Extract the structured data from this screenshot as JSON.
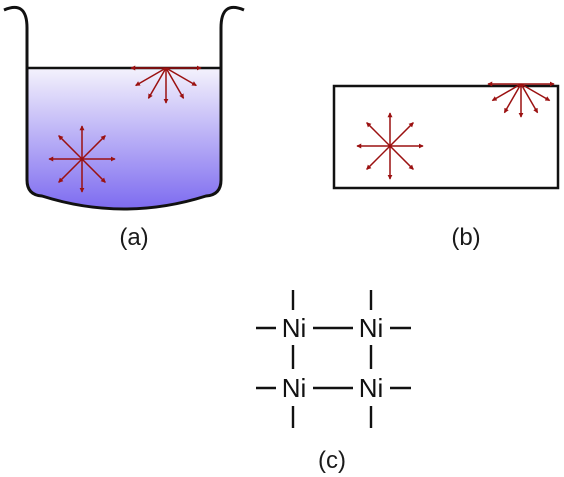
{
  "panels": [
    {
      "id": "a",
      "caption": "(a)"
    },
    {
      "id": "b",
      "caption": "(b)"
    },
    {
      "id": "c",
      "caption": "(c)"
    }
  ],
  "lattice": {
    "atoms": [
      "Ni",
      "Ni",
      "Ni",
      "Ni"
    ]
  },
  "colors": {
    "arrow": "#9b1111",
    "liquid_top": "#f4f2fc",
    "liquid_bottom": "#7d6bf0",
    "outline": "#111111"
  }
}
